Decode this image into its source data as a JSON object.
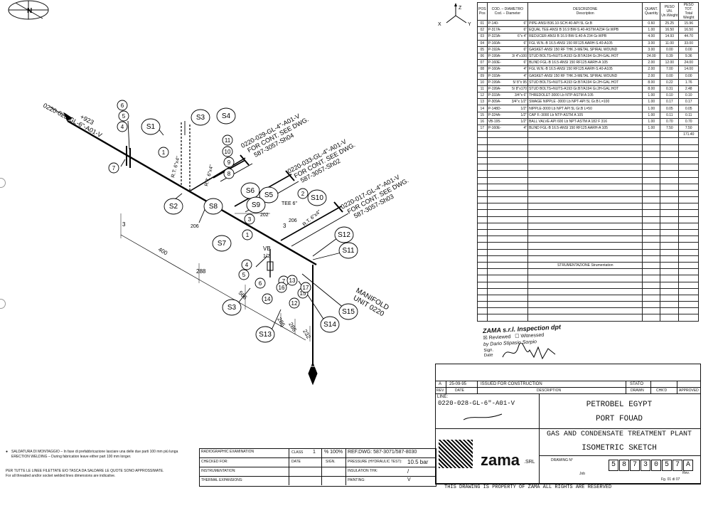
{
  "axis": {
    "z": "Z",
    "x": "X",
    "y": "Y"
  },
  "north": "N",
  "bom": {
    "headers": {
      "pos": "POS\nPos",
      "cod": "COD. – DIAMETRO\nCod. – Diameter",
      "desc": "DESCRIZIONE\nDescription",
      "qty": "QUANT.\nQuantity",
      "uw": "PESO UN.\nUn.Weight",
      "tw": "PESO TOT.\nTotal Weight"
    },
    "rows": [
      {
        "pos": "01",
        "code": "P-140-",
        "dia": "6\"",
        "desc": "PIPE-ANSI B36.10-SCH.40-API 5L Gr.B",
        "qty": "0.60",
        "uw": "25.25",
        "tw": "15.96"
      },
      {
        "pos": "02",
        "code": "P-317A-",
        "dia": "6\"",
        "desc": "EQUAL TEE-ANSI B 16.9 BW-S.40-ASTM A234 Gr.WPB",
        "qty": "1.00",
        "uw": "16.50",
        "tw": "16.50"
      },
      {
        "pos": "03",
        "code": "P-323A-",
        "dia": "6\"x 4\"",
        "desc": "REDUCER-ANSI B 16.9 BW-S.40-A 234 Gr.WPB",
        "qty": "4.00",
        "uw": "14.93",
        "tw": "44.70"
      },
      {
        "pos": "04",
        "code": "P-160A-",
        "dia": "6\"",
        "desc": "FGL W.N.-B 16.5-ANSI 150 RF125 AARH-S.40-A105",
        "qty": "3.00",
        "uw": "11.00",
        "tw": "33.00"
      },
      {
        "pos": "05",
        "code": "P-192A-",
        "dia": "6\"",
        "desc": "GASKET-ANSI 150 RF THK.3-METAL SPIRAL WOUND",
        "qty": "3.00",
        "uw": "0.00",
        "tw": "0.00"
      },
      {
        "pos": "06",
        "code": "P-199A-",
        "dia": "3/ 4\"x100",
        "desc": "STUD BOLTS+NUTS-A193 Gr.B7/A194 Gr.2H-GAL.HOT",
        "qty": "24.00",
        "uw": "0.39",
        "tw": "9.36"
      },
      {
        "pos": "07",
        "code": "P-160E-",
        "dia": "6\"",
        "desc": "BLIND FGL-B 16.5-ANSI 150 RF125 AARH-A 105",
        "qty": "2.00",
        "uw": "12.00",
        "tw": "24.00"
      },
      {
        "pos": "08",
        "code": "P-160A-",
        "dia": "4\"",
        "desc": "FGL W.N.-B 16.5-ANSI 150 RF125 AARH-S.40-A105",
        "qty": "2.00",
        "uw": "7.00",
        "tw": "14.00"
      },
      {
        "pos": "09",
        "code": "P-193A-",
        "dia": "4\"",
        "desc": "GASKET-ANSI 150 RF THK.3-METAL SPIRAL WOUND",
        "qty": "2.00",
        "uw": "0.00",
        "tw": "0.00"
      },
      {
        "pos": "10",
        "code": "P-199A-",
        "dia": "5/ 8\"x 95",
        "desc": "STUD BOLTS+NUTS-A193 Gr.B7/A194 Gr.2H-GAL.HOT",
        "qty": "8.00",
        "uw": "0.22",
        "tw": "1.76"
      },
      {
        "pos": "11",
        "code": "P-199A-",
        "dia": "5/ 8\"x170",
        "desc": "STUD BOLTS+NUTS-A193 Gr.B7/A194 Gr.2H-GAL.HOT",
        "qty": "8.00",
        "uw": "0.31",
        "tw": "2.48"
      },
      {
        "pos": "12",
        "code": "P-333A-",
        "dia": "3/4\"x 6\"",
        "desc": "THREDOLET-3000 Lb NTP-ASTM A 105",
        "qty": "1.00",
        "uw": "0.10",
        "tw": "0.10"
      },
      {
        "pos": "13",
        "code": "P-309A-",
        "dia": "3/4\"x 1/2\"",
        "desc": "SWAGE NIPPLE -3000 Lb NPT-API 5L Gr.B L=100",
        "qty": "1.00",
        "uw": "0.17",
        "tw": "0.17"
      },
      {
        "pos": "14",
        "code": "P-148D-",
        "dia": "1/2\"",
        "desc": "NIPPLE-3000 Lb NPT API 5L Gr.B L=50",
        "qty": "1.00",
        "uw": "0.05",
        "tw": "0.05"
      },
      {
        "pos": "15",
        "code": "P-324A-",
        "dia": "1/2\"",
        "desc": "CAP F.-3000 Lb NTP-ASTM A 105",
        "qty": "1.00",
        "uw": "0.11",
        "tw": "0.11"
      },
      {
        "pos": "16",
        "code": "VB-195-",
        "dia": "1/2\"",
        "desc": "BALL VALVE-API 600 Lb NPT-ASTM A 182 F 316",
        "qty": "1.00",
        "uw": "0.70",
        "tw": "0.70"
      },
      {
        "pos": "17",
        "code": "P-160E-",
        "dia": "4\"",
        "desc": "BLIND FGL-B 16.5-ANSI 150 RF125 AARH-A 105",
        "qty": "1.00",
        "uw": "7.50",
        "tw": "7.50"
      }
    ],
    "total": "171.40",
    "instrumentation": "STRUMENTAZIONE  Strumentation"
  },
  "inspection": {
    "company": "ZAMA s.r.l. Inspection dpt",
    "reviewed": "Reviewed",
    "witnessed": "Witnessed",
    "by": "by Dario Stipasio Sorpio",
    "sign": "Sign.",
    "date": "Date"
  },
  "revision": {
    "rev": "A",
    "date": "25-09-95",
    "desc": "ISSUED FOR CONSTRUCTION",
    "h_rev": "REV.",
    "h_date": "DATE",
    "h_desc": "DESCRIPTION",
    "h_drawn": "DRAWN",
    "h_chkd": "CHK'D",
    "h_appr": "APPROVED",
    "h_stato": "STATO"
  },
  "title": {
    "line_label": "LINE:",
    "line": "0220-028-GL-6\"-A01-V",
    "client": "PETROBEL EGYPT",
    "site": "PORT FOUAD",
    "plant": "GAS AND CONDENSATE TREATMENT PLANT",
    "sheet": "ISOMETRIC SKETCH",
    "company": "zama",
    "company_sfx": ".SRL",
    "drawing_label": "DRAWING N°",
    "drawing_no": [
      "5",
      "8",
      "7",
      "3",
      "0",
      "5",
      "7",
      "A"
    ],
    "job": "Job",
    "rev": "Rev.",
    "page": "Fg. 01 di 07",
    "property": "THIS DRAWING IS PROPERTY OF   ZAMA  ALL RIGHTS ARE RESERVED"
  },
  "specs": {
    "radiographic": "RADIOGRAPHIC EXAMINATION",
    "checked": "CHECKED FOR:",
    "instrumentation": "INSTRUMENTATION:",
    "thermal": "THERMAL EXPANSIONS:",
    "class": "CLASS",
    "class_val": "1",
    "pct": "% 100%",
    "date": "DATE",
    "sign": "SIGN.",
    "ref": "REF.DWG: 587-3071/587-8030",
    "pressure": "PRESSURE (HYDRAULIC TEST):",
    "pressure_val": "10.5 bar",
    "insulation": "INSULATION THK:",
    "insulation_val": "/",
    "painting": "PAINTING:",
    "painting_val": "V"
  },
  "notes": {
    "n1": "SALDATURA DI MONTAGGIO – In fase di prefabbricazione lasciare una delle due parti 100 mm più lunga",
    "n2": "ERECTION WELDING – During fabrication leave either part 100 mm longer.",
    "n3": "PER TUTTE LE LINEE FILETTATE E/O TASCA DA SALDARE LE QUOTE SONO APPROSSIMATE.",
    "n4": "For all threaded and/or socket welded lines dimensions are indicative."
  },
  "iso": {
    "line_in": "0220-028-GL-6\"-A01-V",
    "elev": "+923",
    "cont1a": "0220-029-GL-4\"-A01-V",
    "cont1b": "FOR CONT. SEE DWG.",
    "cont1c": "587-3057-Sh04",
    "cont2a": "0220-033-GL-4\"-A01-V",
    "cont2b": "FOR CONT. SEE DWG.",
    "cont2c": "587-3057-Sh02",
    "cont3a": "0220-017-GL-4\"-A01-V",
    "cont3b": "FOR CONT. SEE DWG.",
    "cont3c": "587-3057-Sh03",
    "manifold": "MANIFOLD",
    "unit": "UNIT 0220",
    "tee": "TEE 6\"",
    "rt1": "R.T. 6\"x4\"",
    "rt2": "R.T. 6\"x4\"",
    "rt3": "R.T. 6\"x4\"",
    "vb": "VB",
    "vb_size": "1/2",
    "dims": [
      "3",
      "400",
      "288",
      "566",
      "286",
      "286",
      "232",
      "202",
      "206",
      "3",
      "3",
      "206"
    ],
    "balloons": [
      "6",
      "5",
      "4",
      "7",
      "1",
      "S1",
      "S2",
      "S3",
      "S4",
      "11",
      "10",
      "9",
      "8",
      "S6",
      "S5",
      "S7",
      "S8",
      "S9",
      "S10",
      "2",
      "3",
      "S12",
      "S11",
      "7",
      "5",
      "4",
      "6",
      "13",
      "12",
      "14",
      "16",
      "15",
      "17",
      "S3",
      "S13",
      "S14",
      "S15",
      "1"
    ]
  }
}
